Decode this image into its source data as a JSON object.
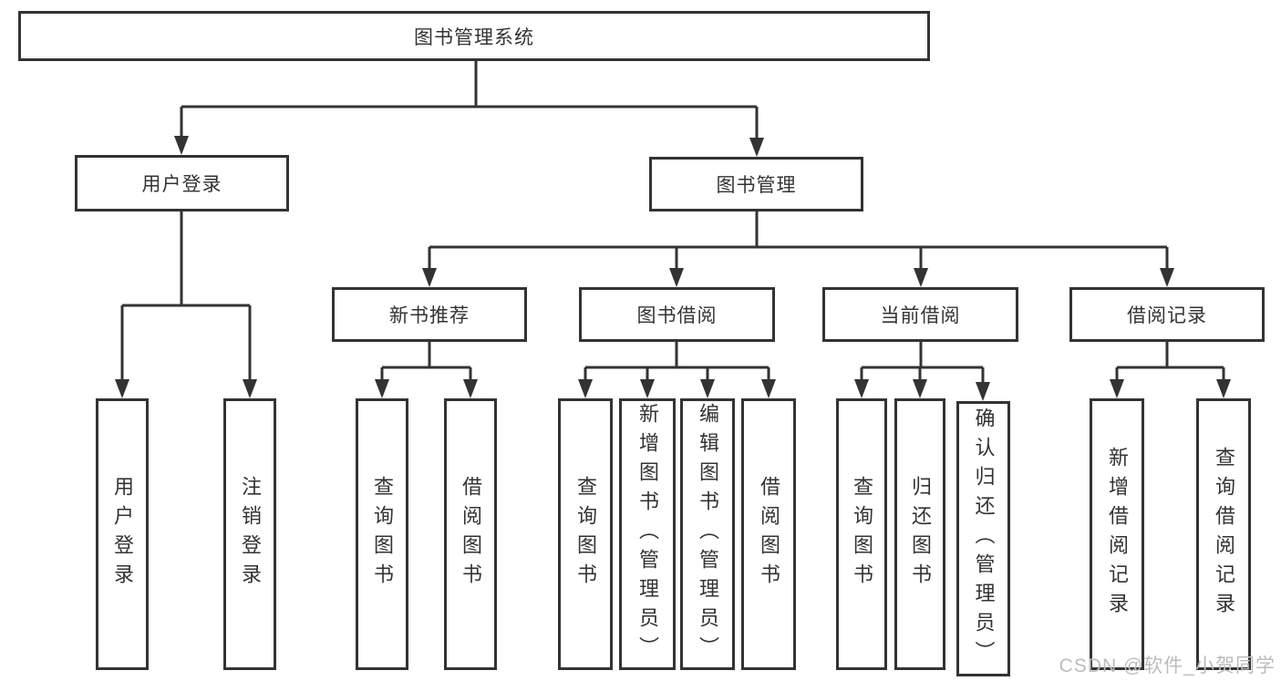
{
  "diagram": {
    "root": "图书管理系统",
    "login_branch": {
      "label": "用户登录",
      "children": [
        "用户登录",
        "注销登录"
      ]
    },
    "management_branch": {
      "label": "图书管理",
      "sections": [
        {
          "label": "新书推荐",
          "children": [
            "查询图书",
            "借阅图书"
          ]
        },
        {
          "label": "图书借阅",
          "children": [
            "查询图书",
            "新增图书（管理员）",
            "编辑图书（管理员）",
            "借阅图书"
          ]
        },
        {
          "label": "当前借阅",
          "children": [
            "查询图书",
            "归还图书",
            "确认归还（管理员）"
          ]
        },
        {
          "label": "借阅记录",
          "children": [
            "新增借阅记录",
            "查询借阅记录"
          ]
        }
      ]
    }
  },
  "watermark": "CSDN @软件_小贺同学",
  "colors": {
    "line": "#333333",
    "text": "#333333",
    "background": "#ffffff",
    "watermark": "#bcbcbc"
  }
}
